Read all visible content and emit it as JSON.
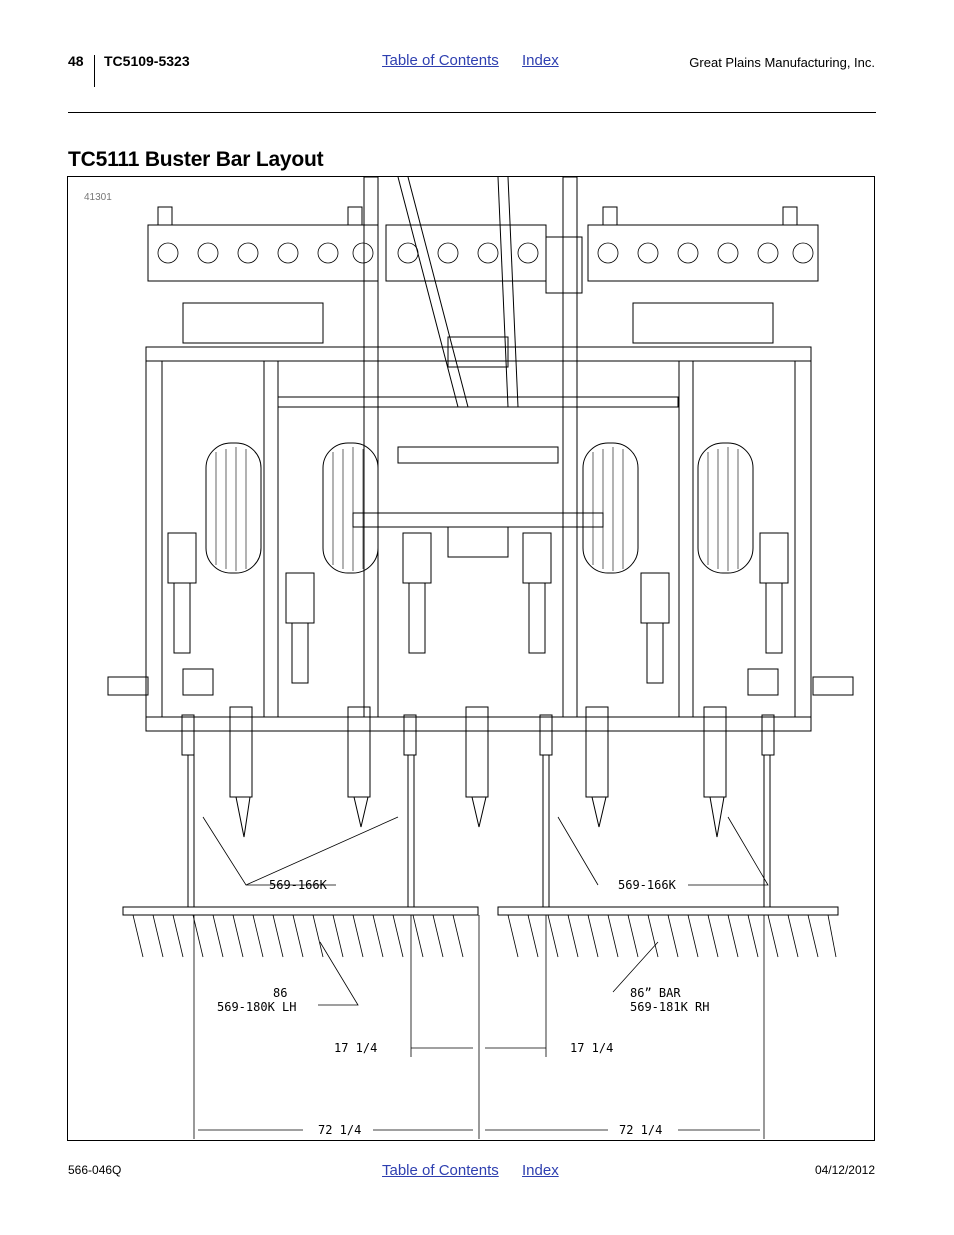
{
  "header": {
    "page_number": "48",
    "model": "TC5109-5323",
    "nav_toc": "Table of Contents",
    "nav_index": "Index",
    "company": "Great Plains Manufacturing, Inc."
  },
  "page_title": "TC5111 Buster Bar Layout",
  "figure": {
    "id": "41301",
    "labels": {
      "part_left": "569-166K",
      "part_right": "569-166K",
      "bar_lh_size": "86",
      "bar_lh_part": "569-180K LH",
      "bar_rh_size": "86” BAR",
      "bar_rh_part": "569-181K RH",
      "dim_inner_left": "17 1/4",
      "dim_inner_right": "17 1/4",
      "dim_outer_left": "72 1/4",
      "dim_outer_right": "72 1/4"
    }
  },
  "footer": {
    "doc_number": "566-046Q",
    "nav_toc": "Table of Contents",
    "nav_index": "Index",
    "date": "04/12/2012"
  }
}
